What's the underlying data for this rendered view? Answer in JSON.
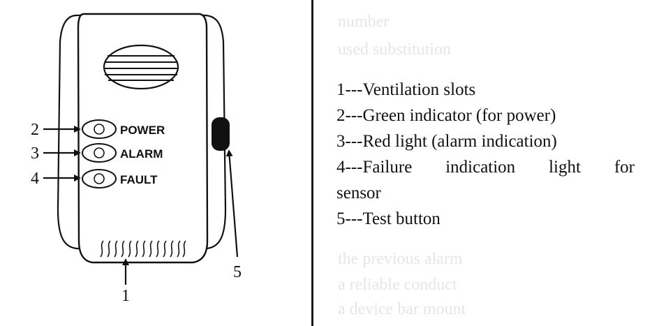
{
  "diagram": {
    "led_labels": {
      "power": "POWER",
      "alarm": "ALARM",
      "fault": "FAULT"
    },
    "callouts": {
      "one": "1",
      "two": "2",
      "three": "3",
      "four": "4",
      "five": "5"
    }
  },
  "legend": {
    "items": [
      {
        "text": "1---Ventilation slots"
      },
      {
        "text": "2---Green indicator (for power)"
      },
      {
        "text": "3---Red light (alarm indication)"
      },
      {
        "text": "4---Failure indication light for"
      },
      {
        "text": "sensor"
      },
      {
        "text": "5---Test button"
      }
    ]
  },
  "background_text": {
    "lines": [
      "number",
      "used substitution",
      "the previous alarm",
      "a reliable conduct",
      "a device bar mount"
    ]
  }
}
